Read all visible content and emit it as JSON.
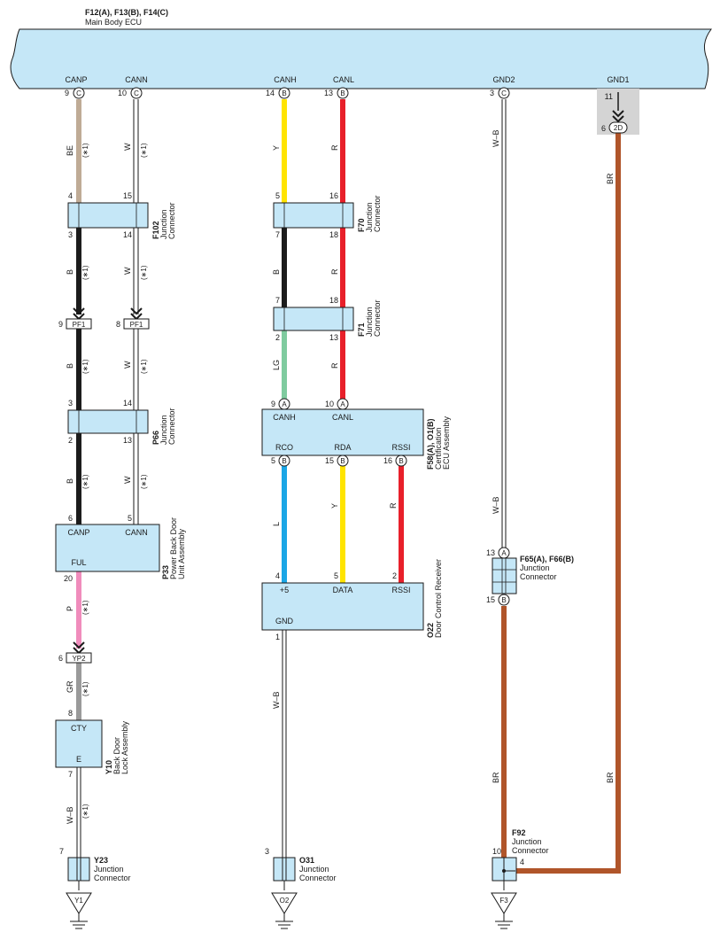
{
  "main_ecu": {
    "code": "F12(A), F13(B), F14(C)",
    "name": "Main Body ECU",
    "pins": [
      {
        "label": "CANP",
        "pin": "9",
        "conn": "C"
      },
      {
        "label": "CANN",
        "pin": "10",
        "conn": "C"
      },
      {
        "label": "CANH",
        "pin": "14",
        "conn": "B"
      },
      {
        "label": "CANL",
        "pin": "13",
        "conn": "B"
      },
      {
        "label": "GND2",
        "pin": "3",
        "conn": "C"
      },
      {
        "label": "GND1",
        "pin": "11"
      }
    ],
    "gnd1_lower_pin": "6",
    "gnd1_lower_conn": "2D"
  },
  "junction_f102": {
    "code": "F102",
    "name": [
      "Junction",
      "Connector"
    ],
    "pins_top": [
      "4",
      "15"
    ],
    "pins_bottom": [
      "3",
      "14"
    ]
  },
  "inline_pf1": {
    "label": "PF1",
    "pins": [
      "9",
      "8"
    ]
  },
  "junction_p66": {
    "code": "P66",
    "name": [
      "Junction",
      "Connector"
    ],
    "pins_top": [
      "3",
      "14"
    ],
    "pins_bottom": [
      "2",
      "13"
    ]
  },
  "p33": {
    "code": "P33",
    "name": [
      "Power Back Door",
      "Unit Assembly"
    ],
    "terminals": [
      "CANP",
      "CANN",
      "FUL"
    ],
    "pins": [
      "6",
      "5",
      "20"
    ]
  },
  "inline_yp2": {
    "label": "YP2",
    "pin": "6"
  },
  "y10": {
    "code": "Y10",
    "name": [
      "Back Door",
      "Lock Assembly"
    ],
    "terminals": [
      "CTY",
      "E"
    ],
    "pins": [
      "8",
      "7"
    ]
  },
  "y23": {
    "code": "Y23",
    "name": [
      "Junction",
      "Connector"
    ],
    "pin": "7",
    "ground": "Y1"
  },
  "junction_f70": {
    "code": "F70",
    "name": [
      "Junction",
      "Connector"
    ],
    "pins_top": [
      "5",
      "16"
    ],
    "pins_bottom": [
      "7",
      "18"
    ]
  },
  "junction_f71": {
    "code": "F71",
    "name": [
      "Junction",
      "Connector"
    ],
    "pins_top": [
      "7",
      "18"
    ],
    "pins_bottom": [
      "2",
      "13"
    ]
  },
  "f58": {
    "code": "F58(A), O1(B)",
    "name": [
      "Certification",
      "ECU Assembly"
    ],
    "in_terminals": [
      {
        "label": "CANH",
        "pin": "9",
        "conn": "A"
      },
      {
        "label": "CANL",
        "pin": "10",
        "conn": "A"
      }
    ],
    "out_terminals": [
      {
        "label": "RCO",
        "pin": "5",
        "conn": "B"
      },
      {
        "label": "RDA",
        "pin": "15",
        "conn": "B"
      },
      {
        "label": "RSSI",
        "pin": "16",
        "conn": "B"
      }
    ]
  },
  "o22": {
    "code": "O22",
    "name": [
      "Door Control Receiver"
    ],
    "terminals": [
      "+5",
      "DATA",
      "RSSI",
      "GND"
    ],
    "pins": [
      "4",
      "5",
      "2",
      "1"
    ]
  },
  "o31": {
    "code": "O31",
    "name": [
      "Junction",
      "Connector"
    ],
    "pin": "3",
    "ground": "O2"
  },
  "f65": {
    "code": "F65(A), F66(B)",
    "name": [
      "Junction",
      "Connector"
    ],
    "pin_top": "13",
    "conn_top": "A",
    "pin_bottom": "15",
    "conn_bottom": "B"
  },
  "f92": {
    "code": "F92",
    "name": [
      "Junction",
      "Connector"
    ],
    "pins": [
      "10",
      "4"
    ],
    "ground": "F3"
  },
  "wire_labels": {
    "BE": "BE",
    "W": "W",
    "Y": "Y",
    "R": "R",
    "B": "B",
    "LG": "LG",
    "L": "L",
    "P": "P",
    "GR": "GR",
    "WB": "W–B",
    "BR": "BR",
    "note": "(∗1)"
  },
  "colors": {
    "frame_fill": "#c5e7f7",
    "frame_stroke": "#1a1a1a",
    "wire_BE": "#bfab96",
    "wire_W": "#ffffff",
    "wire_Y": "#ffe400",
    "wire_R": "#e8202a",
    "wire_B": "#1c1c1c",
    "wire_LG": "#7fcb9f",
    "wire_L": "#1aa6e6",
    "wire_P": "#f08cbc",
    "wire_GR": "#9a9a9a",
    "wire_BR": "#b0552a",
    "gnd1_bg": "#d4d4d4"
  }
}
